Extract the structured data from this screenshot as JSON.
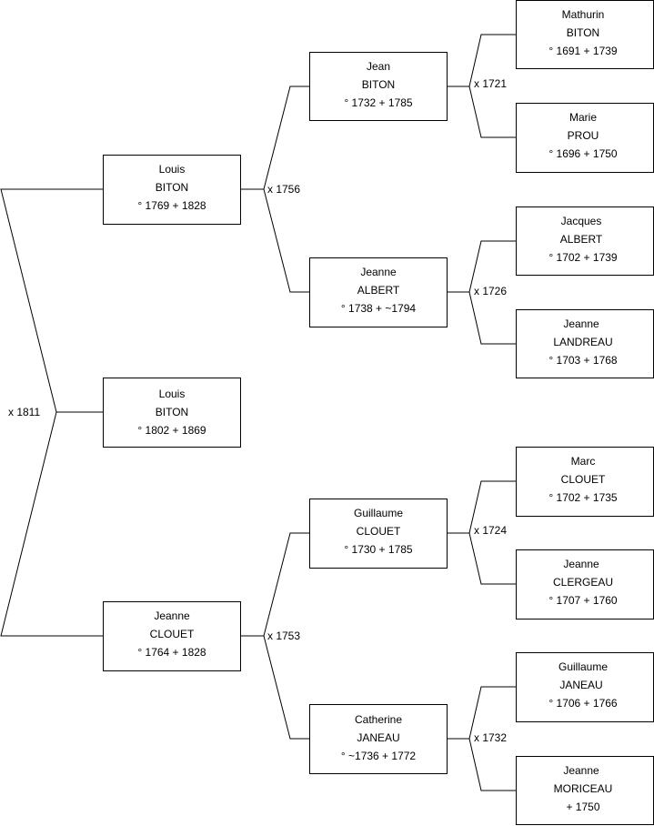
{
  "people": [
    {
      "id": "p1",
      "first": "Louis",
      "last": "BITON",
      "dates": "° 1802 + 1869"
    },
    {
      "id": "p2",
      "first": "Louis",
      "last": "BITON",
      "dates": "° 1769 + 1828"
    },
    {
      "id": "p3",
      "first": "Jeanne",
      "last": "CLOUET",
      "dates": "° 1764 + 1828"
    },
    {
      "id": "p4",
      "first": "Jean",
      "last": "BITON",
      "dates": "° 1732 + 1785"
    },
    {
      "id": "p5",
      "first": "Jeanne",
      "last": "ALBERT",
      "dates": "° 1738 + ~1794"
    },
    {
      "id": "p6",
      "first": "Guillaume",
      "last": "CLOUET",
      "dates": "° 1730 + 1785"
    },
    {
      "id": "p7",
      "first": "Catherine",
      "last": "JANEAU",
      "dates": "° ~1736 + 1772"
    },
    {
      "id": "p8",
      "first": "Mathurin",
      "last": "BITON",
      "dates": "° 1691 + 1739"
    },
    {
      "id": "p9",
      "first": "Marie",
      "last": "PROU",
      "dates": "° 1696 + 1750"
    },
    {
      "id": "p10",
      "first": "Jacques",
      "last": "ALBERT",
      "dates": "° 1702 + 1739"
    },
    {
      "id": "p11",
      "first": "Jeanne",
      "last": "LANDREAU",
      "dates": "° 1703 + 1768"
    },
    {
      "id": "p12",
      "first": "Marc",
      "last": "CLOUET",
      "dates": "° 1702 + 1735"
    },
    {
      "id": "p13",
      "first": "Jeanne",
      "last": "CLERGEAU",
      "dates": "° 1707 + 1760"
    },
    {
      "id": "p14",
      "first": "Guillaume",
      "last": "JANEAU",
      "dates": "° 1706 + 1766"
    },
    {
      "id": "p15",
      "first": "Jeanne",
      "last": "MORICEAU",
      "dates": "+ 1750"
    }
  ],
  "marriages": [
    {
      "id": "m1",
      "label": "x 1811"
    },
    {
      "id": "m2",
      "label": "x 1756"
    },
    {
      "id": "m3",
      "label": "x 1753"
    },
    {
      "id": "m4",
      "label": "x 1721"
    },
    {
      "id": "m5",
      "label": "x 1726"
    },
    {
      "id": "m6",
      "label": "x 1724"
    },
    {
      "id": "m7",
      "label": "x 1732"
    }
  ]
}
